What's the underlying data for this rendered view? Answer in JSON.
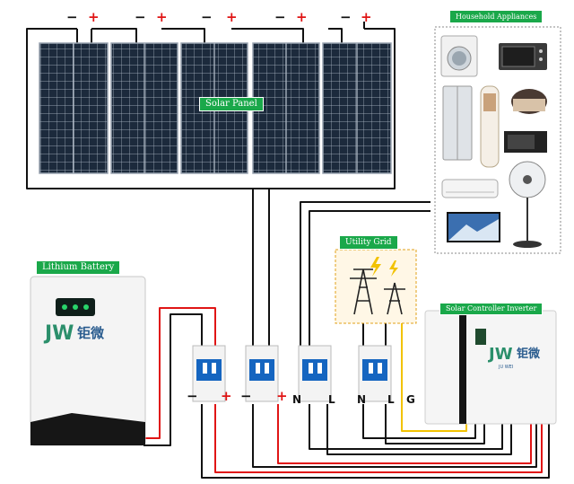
{
  "labels": {
    "solar_panel": "Solar Panel",
    "household": "Household Appliances",
    "battery": "Lithium Battery",
    "grid": "Utility Grid",
    "inverter": "Solar Controller Inverter"
  },
  "panel_polarity": [
    {
      "minus": "−",
      "plus": "+"
    },
    {
      "minus": "−",
      "plus": "+"
    },
    {
      "minus": "−",
      "plus": "+"
    },
    {
      "minus": "−",
      "plus": "+"
    },
    {
      "minus": "−",
      "plus": "+"
    }
  ],
  "breaker_terminals": {
    "b1": {
      "left": "−",
      "right": "+"
    },
    "b2": {
      "left": "−",
      "right": "+"
    },
    "b3": {
      "left": "N",
      "right": "L"
    },
    "b4": {
      "left": "N",
      "right": "L",
      "extra": "G"
    }
  },
  "brand": {
    "latin": "JW",
    "cn": "钜微",
    "sub": "JU WEI"
  },
  "colors": {
    "green_label": "#1aa84a",
    "wire_black": "#111111",
    "wire_red": "#e01515",
    "wire_yellow": "#f2c200",
    "panel_blue": "#1c2a3c"
  }
}
